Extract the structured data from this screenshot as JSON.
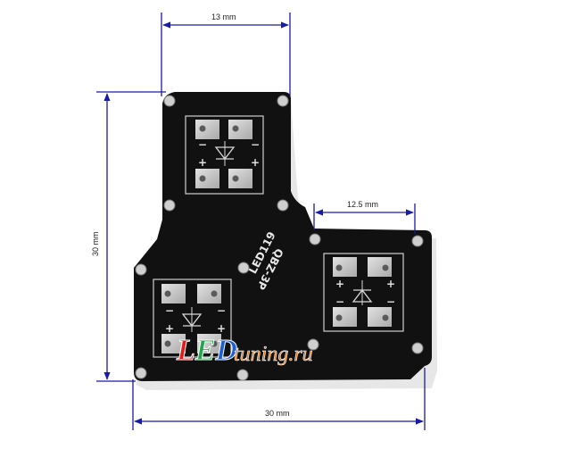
{
  "dimensions": {
    "top_width": "13 mm",
    "right_width": "12.5 mm",
    "height": "30 mm",
    "bottom_width": "30 mm"
  },
  "board": {
    "marking_line1": "LED119",
    "marking_line2": "QBZ-3P",
    "pad_plus": "+",
    "pad_minus": "−"
  },
  "watermark": {
    "led_part": "LED",
    "rest_part": "tuning.ru",
    "colors": {
      "L": "#e21b1b",
      "E": "#1fa84a",
      "D": "#1f5fd6"
    }
  },
  "colors": {
    "dimension_line": "#1a1aa8",
    "pcb": "#111111",
    "pad": "#c9c9c9"
  }
}
